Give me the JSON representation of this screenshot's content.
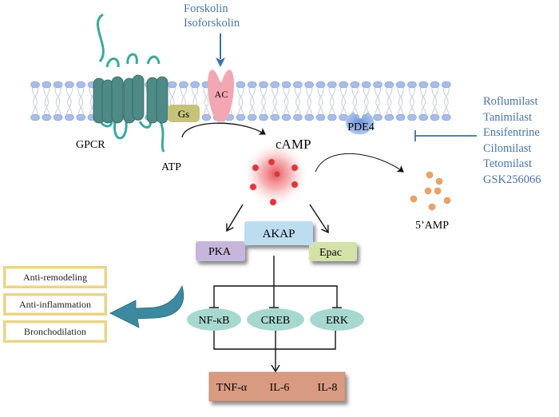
{
  "activators": {
    "items": [
      "Forskolin",
      "Isoforskolin"
    ],
    "color": "#4a74a8"
  },
  "membrane": {
    "lipid_head_color": "#a8bde8",
    "lipid_tail_color": "#c9cdd6"
  },
  "receptors": {
    "gpcr": {
      "label": "GPCR",
      "color": "#4e8a86",
      "loop_color": "#3aa89e"
    },
    "gs": {
      "label": "Gs",
      "color": "#c5c37a"
    },
    "ac": {
      "label": "AC",
      "color": "#f2a7b2"
    },
    "pde4": {
      "label": "PDE4",
      "color": "#8eaee0"
    }
  },
  "metabolites": {
    "atp": "ATP",
    "camp": {
      "label": "cAMP",
      "color": "#e8323a"
    },
    "amp": {
      "label": "5’AMP",
      "color": "#f0a060"
    }
  },
  "inhibitors": {
    "items": [
      "Roflumilast",
      "Tanimilast",
      "Ensifentrine",
      "Cilomilast",
      "Tetomilast",
      "GSK256066"
    ],
    "color": "#4a74a8"
  },
  "effectors": {
    "akap": {
      "label": "AKAP",
      "color": "#bcdcf0"
    },
    "pka": {
      "label": "PKA",
      "color": "#c7b6dc"
    },
    "epac": {
      "label": "Epac",
      "color": "#d4e2a8"
    }
  },
  "transcription_factors": {
    "items": [
      "NF-κB",
      "CREB",
      "ERK"
    ],
    "color": "#a7d8cf"
  },
  "cytokines": {
    "items": [
      "TNF-α",
      "IL-6",
      "IL-8"
    ],
    "color": "#d99a82"
  },
  "outcomes": {
    "items": [
      "Anti-remodeling",
      "Anti-inflammation",
      "Bronchodilation"
    ],
    "border_color": "#e9d48c",
    "arrow_color": "#3d8aa0"
  }
}
